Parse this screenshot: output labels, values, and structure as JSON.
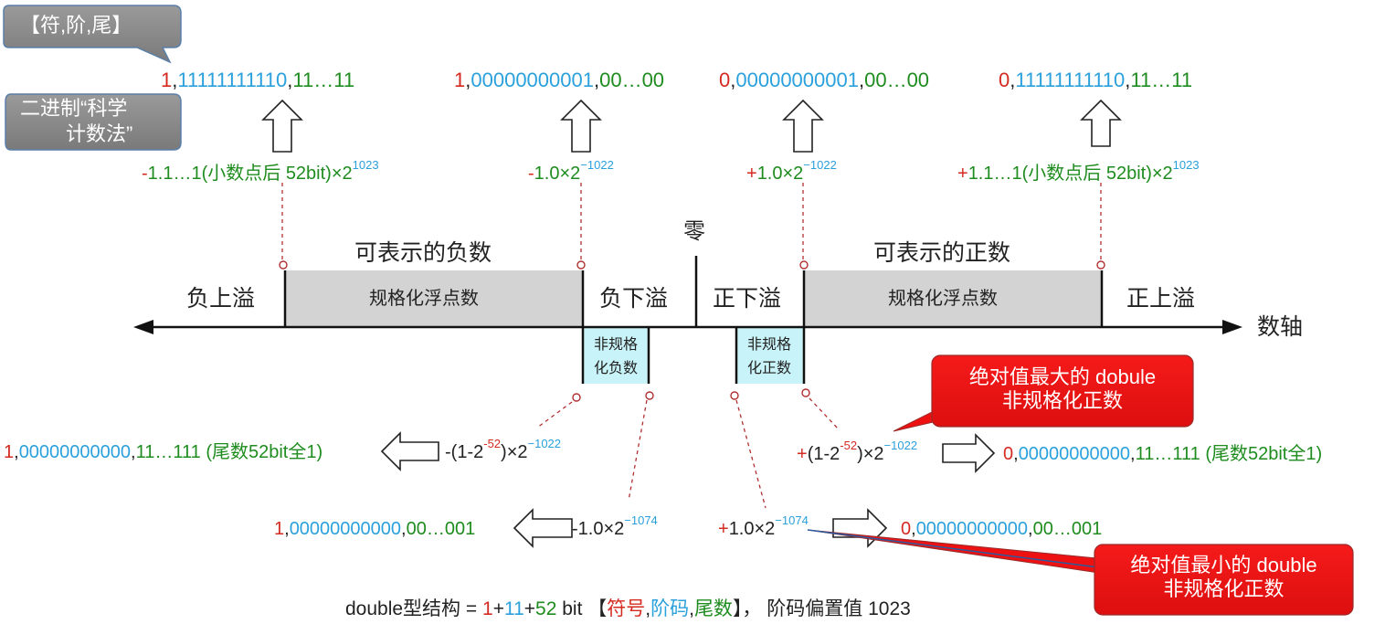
{
  "legend_boxes": {
    "box1": "【符,阶,尾】",
    "box2_line1": "二进制“科学",
    "box2_line2": "计数法”"
  },
  "top_encodings": {
    "e1": {
      "sign": "1",
      "exp": "11111111110",
      "frac": "11…11"
    },
    "e2": {
      "sign": "1",
      "exp": "00000000001",
      "frac": "00…00"
    },
    "e3": {
      "sign": "0",
      "exp": "00000000001",
      "frac": "00…00"
    },
    "e4": {
      "sign": "0",
      "exp": "11111111110",
      "frac": "11…11"
    }
  },
  "top_values": {
    "v1": {
      "sign": "-",
      "body": "1.1…1(小数点后 52bit)×2",
      "exp": "1023"
    },
    "v2": {
      "sign": "-",
      "body": "1.0×2",
      "exp": "−1022"
    },
    "v3": {
      "sign": "+",
      "body": "1.0×2",
      "exp": "−1022"
    },
    "v4": {
      "sign": "+",
      "body": "1.1…1(小数点后 52bit)×2",
      "exp": "1023"
    }
  },
  "axis": {
    "zero": "零",
    "axis_label": "数轴",
    "neg_overflow": "负上溢",
    "neg_range_title": "可表示的负数",
    "neg_normal": "规格化浮点数",
    "neg_underflow": "负下溢",
    "pos_underflow": "正下溢",
    "pos_range_title": "可表示的正数",
    "pos_normal": "规格化浮点数",
    "pos_overflow": "正上溢",
    "neg_denorm_l1": "非规格",
    "neg_denorm_l2": "化负数",
    "pos_denorm_l1": "非规格",
    "pos_denorm_l2": "化正数"
  },
  "bottom": {
    "neg_max_enc": {
      "sign": "1",
      "exp": "00000000000",
      "frac": "11…111 (尾数52bit全1)"
    },
    "neg_max_val": {
      "pre": "-(1-2",
      "e1": "-52",
      "mid": ")×2",
      "e2": "−1022"
    },
    "pos_max_val": {
      "sign": "+",
      "pre": "(1-2",
      "e1": "-52",
      "mid": ")×2",
      "e2": "−1022"
    },
    "pos_max_enc": {
      "sign": "0",
      "exp": "00000000000",
      "frac": "11…111 (尾数52bit全1)"
    },
    "neg_min_enc": {
      "sign": "1",
      "exp": "00000000000",
      "frac": "00…001"
    },
    "neg_min_val": {
      "body": "-1.0×2",
      "exp": "−1074"
    },
    "pos_min_val": {
      "sign": "+",
      "body": "1.0×2",
      "exp": "−1074"
    },
    "pos_min_enc": {
      "sign": "0",
      "exp": "00000000000",
      "frac": "00…001"
    }
  },
  "callouts": {
    "c1_l1": "绝对值最大的 dobule",
    "c1_l2": "非规格化正数",
    "c2_l1": "绝对值最小的 double",
    "c2_l2": "非规格化正数"
  },
  "footer": {
    "pre": "double型结构 = ",
    "n1": "1",
    "plus1": "+",
    "n2": "11",
    "plus2": "+",
    "n3": "52",
    "bit": " bit  【",
    "s1": "符号",
    "c1": ",",
    "s2": "阶码",
    "c2": ",",
    "s3": "尾数",
    "post": "】，  阶码偏置值 1023"
  },
  "colors": {
    "sign": "#d42a20",
    "exponent": "#2aa0dc",
    "fraction": "#1e8c1e",
    "normal_fill": "#d3d3d3",
    "denorm_fill": "#c8f3f8",
    "callout_fill": "#ee1111",
    "legend_fill": "#8a8a8a"
  }
}
